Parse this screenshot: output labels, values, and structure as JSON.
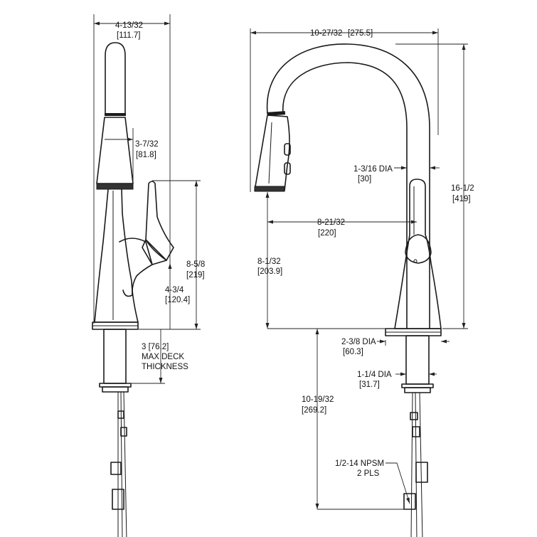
{
  "side_view": {
    "overall_width": "4-13/32",
    "overall_width_mm": "[111.7]",
    "spout_width": "3-7/32",
    "spout_width_mm": "[81.8]",
    "handle_height": "8-5/8",
    "handle_height_mm": "[219]",
    "lever_height": "4-3/4",
    "lever_height_mm": "[120.4]",
    "deck_thickness_line1": "3 [76.2]",
    "deck_thickness_line2": "MAX DECK",
    "deck_thickness_line3": "THICKNESS"
  },
  "front_view": {
    "overall_reach": "10-27/32",
    "overall_reach_mm": "[275.5]",
    "total_height": "16-1/2",
    "total_height_mm": "[419]",
    "spout_dia": "1-3/16 DIA",
    "spout_dia_mm": "[30]",
    "spout_reach": "8-21/32",
    "spout_reach_mm": "[220]",
    "spout_height": "8-1/32",
    "spout_height_mm": "[203.9]",
    "base_dia": "2-3/8 DIA",
    "base_dia_mm": "[60.3]",
    "shank_dia": "1-1/4 DIA",
    "shank_dia_mm": "[31.7]",
    "below_deck": "10-19/32",
    "below_deck_mm": "[269.2]",
    "connection_line1": "1/2-14 NPSM",
    "connection_line2": "2 PLS"
  }
}
